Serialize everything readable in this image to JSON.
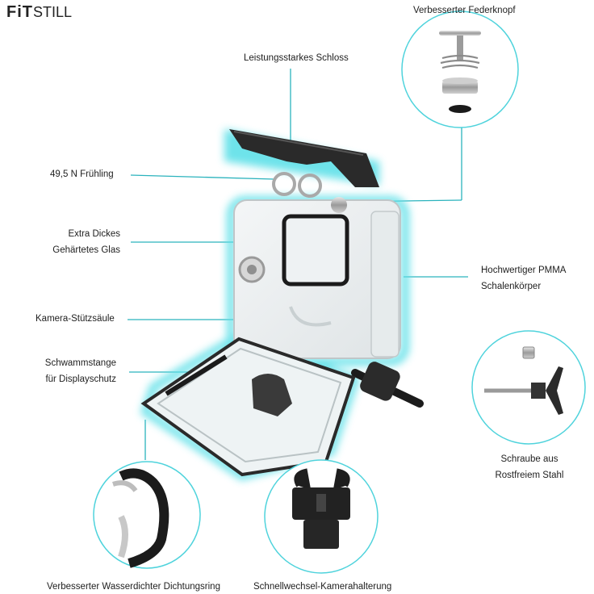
{
  "brand": {
    "bold": "FiT",
    "thin": "STILL"
  },
  "labels": {
    "spring_button": "Verbesserter Federknopf",
    "lock": "Leistungsstarkes Schloss",
    "spring": "49,5 N Frühling",
    "glass_line1": "Extra Dickes",
    "glass_line2": "Gehärtetes Glas",
    "shell_line1": "Hochwertiger PMMA",
    "shell_line2": "Schalenkörper",
    "camera_support": "Kamera-Stützsäule",
    "sponge_line1": "Schwammstange",
    "sponge_line2": "für Displayschutz",
    "screw_line1": "Schraube aus",
    "screw_line2": "Rostfreiem Stahl",
    "seal_ring": "Verbesserter Wasserdichter Dichtungsring",
    "mount": "Schnellwechsel-Kamerahalterung"
  },
  "colors": {
    "accent": "#4fd3dc",
    "line": "#2bb3bd",
    "dark": "#1b1b1b"
  }
}
